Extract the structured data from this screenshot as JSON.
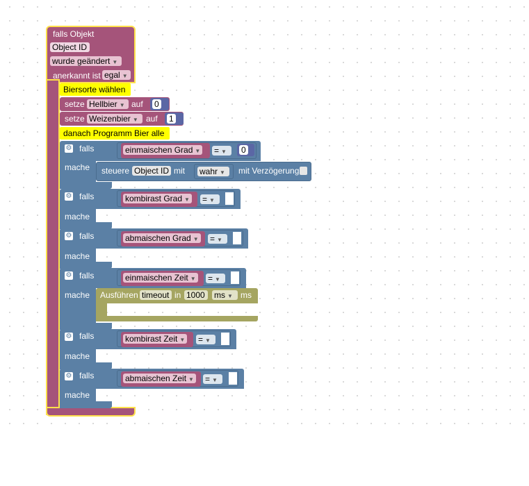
{
  "trigger": {
    "label_falls_objekt": "falls Objekt",
    "object_id": "Object ID",
    "changed": "wurde geändert",
    "anerkannt_label": "anerkannt ist",
    "anerkannt_value": "egal"
  },
  "comments": {
    "c1": "Biersorte wählen",
    "c2": "danach Programm Bier alle"
  },
  "setze": [
    {
      "label": "setze",
      "var": "Hellbier",
      "auf": "auf",
      "value": "0"
    },
    {
      "label": "setze",
      "var": "Weizenbier",
      "auf": "auf",
      "value": "1"
    }
  ],
  "ifs": [
    {
      "falls": "falls",
      "mache": "mache",
      "var": "einmaischen Grad",
      "op": "=",
      "value": "0"
    },
    {
      "falls": "falls",
      "mache": "mache",
      "var": "kombirast Grad",
      "op": "="
    },
    {
      "falls": "falls",
      "mache": "mache",
      "var": "abmaischen Grad",
      "op": "="
    },
    {
      "falls": "falls",
      "mache": "mache",
      "var": "einmaischen Zeit",
      "op": "="
    },
    {
      "falls": "falls",
      "mache": "mache",
      "var": "kombirast Zeit",
      "op": "="
    },
    {
      "falls": "falls",
      "mache": "mache",
      "var": "abmaischen Zeit",
      "op": "="
    }
  ],
  "steuere": {
    "label": "steuere",
    "object_id": "Object ID",
    "mit": "mit",
    "value": "wahr",
    "delay_label": "mit Verzögerung"
  },
  "timeout": {
    "label": "Ausführen",
    "var": "timeout",
    "in": "in",
    "value": "1000",
    "unit_dd": "ms",
    "unit": "ms"
  },
  "colors": {
    "trigger": "#a5547a",
    "logic": "#5b80a5",
    "timer": "#a5a561",
    "comment": "#ffff00",
    "highlight": "#ffe14a"
  }
}
